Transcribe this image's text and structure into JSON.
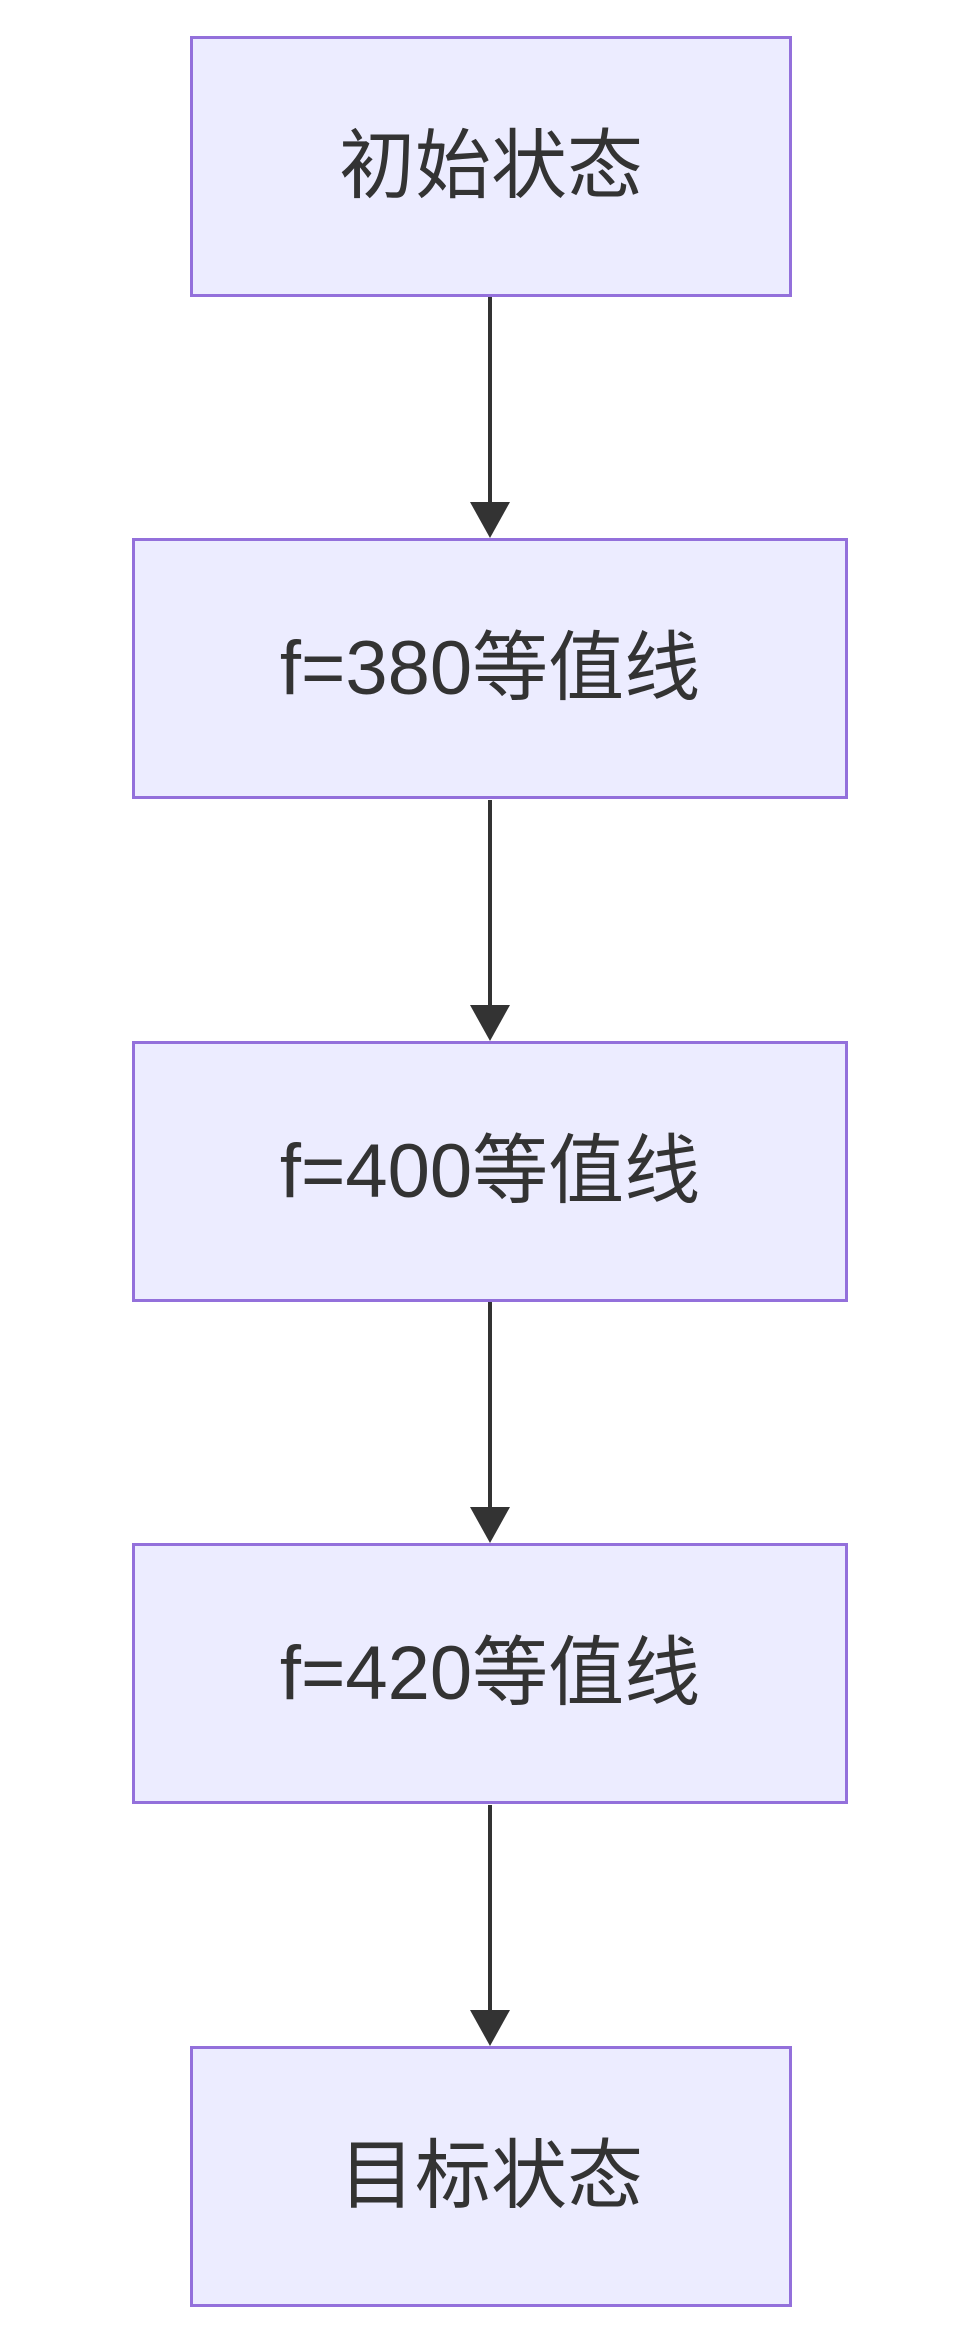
{
  "flowchart": {
    "direction": "top-to-bottom",
    "nodes": [
      {
        "label": "初始状态",
        "shape": "rectangle",
        "size": "narrow"
      },
      {
        "label": "f=380等值线",
        "shape": "rectangle",
        "size": "wide"
      },
      {
        "label": "f=400等值线",
        "shape": "rectangle",
        "size": "wide"
      },
      {
        "label": "f=420等值线",
        "shape": "rectangle",
        "size": "wide"
      },
      {
        "label": "目标状态",
        "shape": "rectangle",
        "size": "narrow"
      }
    ],
    "edges": [
      {
        "from": "初始状态",
        "to": "f=380等值线",
        "style": "arrow-down"
      },
      {
        "from": "f=380等值线",
        "to": "f=400等值线",
        "style": "arrow-down"
      },
      {
        "from": "f=400等值线",
        "to": "f=420等值线",
        "style": "arrow-down"
      },
      {
        "from": "f=420等值线",
        "to": "目标状态",
        "style": "arrow-down"
      }
    ],
    "colors": {
      "node_fill": "#ECECFF",
      "node_border": "#9370DB",
      "text": "#333333",
      "arrow": "#333333",
      "background": "#FFFFFF"
    }
  }
}
